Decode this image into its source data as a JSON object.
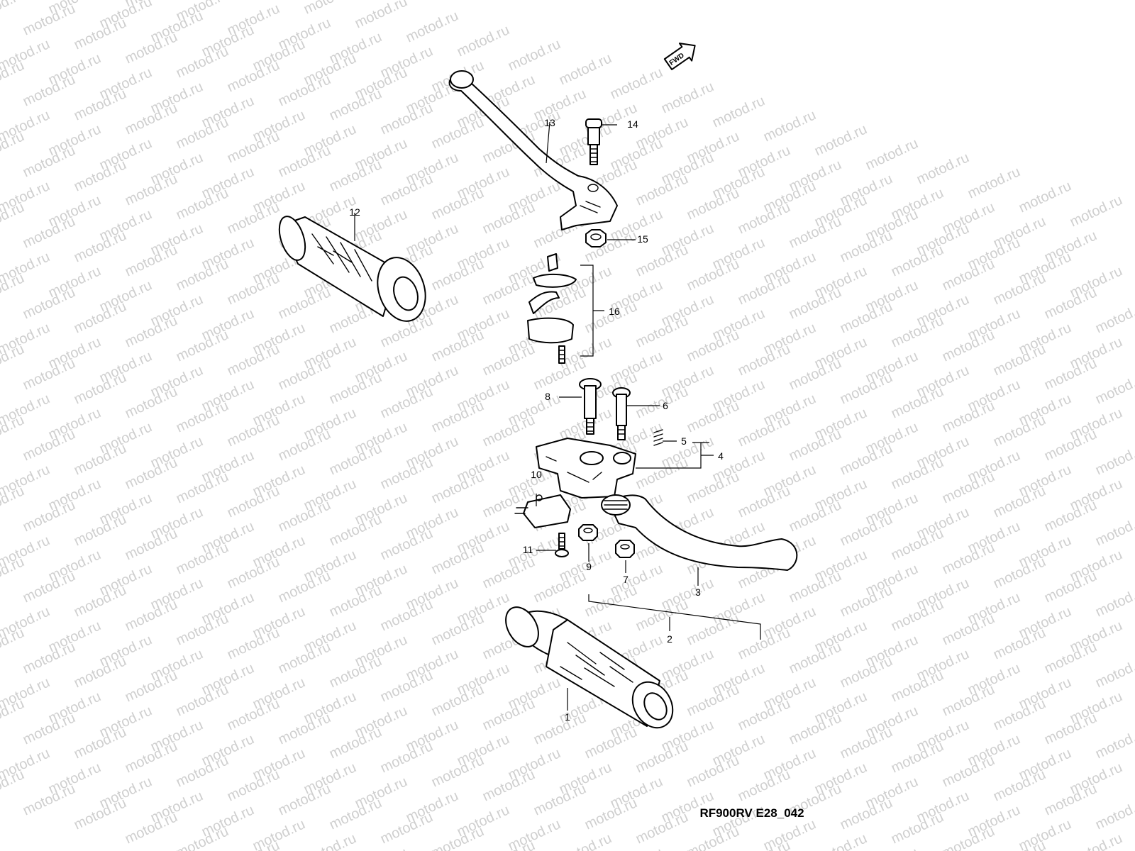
{
  "diagram": {
    "watermark": "motod.ru",
    "fwd_badge": "FWD",
    "caption": "RF900RV E28_042",
    "callouts": [
      "1",
      "2",
      "3",
      "4",
      "5",
      "6",
      "7",
      "8",
      "9",
      "10",
      "11",
      "12",
      "13",
      "14",
      "15",
      "16"
    ],
    "parts": {
      "grip_right": "grip-right",
      "grip_left": "grip-left",
      "lever_upper": "clutch-lever",
      "lever_lower": "brake-lever",
      "bracket": "lever-holder",
      "switch": "brake-light-switch",
      "clamp_set": "clamp-set"
    }
  }
}
